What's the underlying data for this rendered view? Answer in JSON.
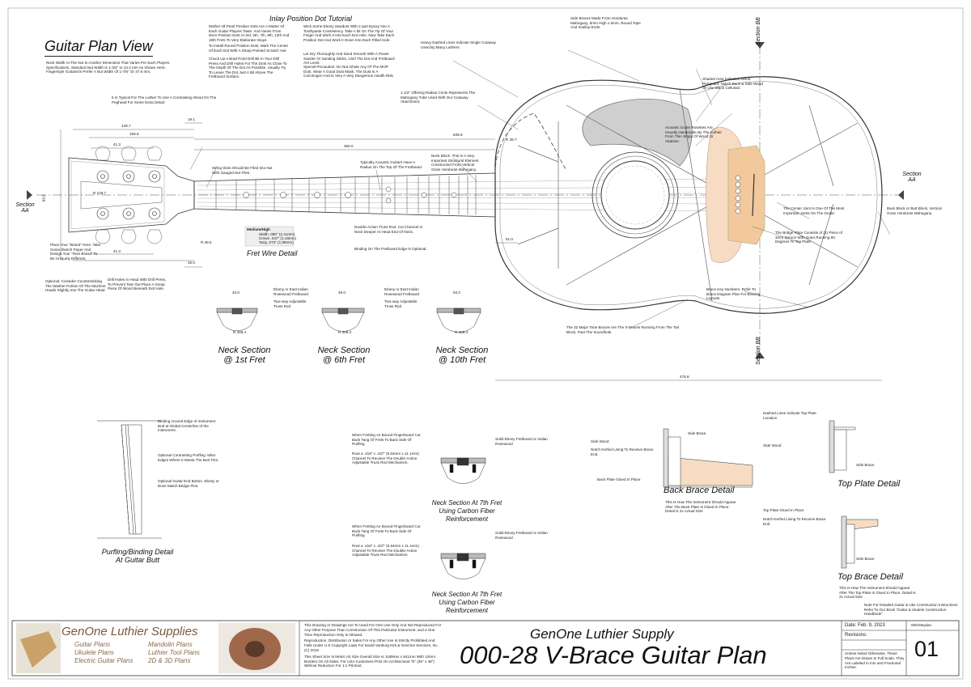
{
  "page_title": "Guitar Plan View",
  "inlay_tutorial_title": "Inlay Position Dot Tutorial",
  "inlay_notes": [
    "Mother Of Pearl Position Dots Are A Matter Of Each Guitar Players Taste. And Varies From 6mm Position Dots At 3rd, 5th, 7th, 9th, 12th And 15th Frets To Very Elaborate Inlays.",
    "To Install Round Position Dots, Mark The Center Of Each Dot With A Sharp-Pointed Scratch Awl.",
    "Chuck Up A Brad Point Drill Bit In Your Drill Press And Drill Holes For The Dots As Close To The Depth Of The Dot As Possible. Usually Try To Leave The Dot Just A Bit Above The Fretboard Surface.",
    "Wick Some Ebony Sawdust With 2 part Epoxy Into A Toothpaste Consistency. Take A bit On The Tip Of Your Finger And Work It Into Each Dot Hole. Now Take Each Position Dot And Work It Down Into Each Filled Hole.",
    "Let Dry Thoroughly And Sand Smooth With A Power Sander Or Sanding Sticks, Until The Dot And Fretboard Are Level.",
    "Special Precaution: Do Not Inhale Any Of The MOP Dust. Wear A Good Dust Mask. The Dust Is A Carcinogen And Is Very A Very Dangerous Health Risk."
  ],
  "section_labels": {
    "aa_left": "Section AA",
    "aa_right": "Section AA",
    "bb_top": "Section BB",
    "bb_bottom": "Section BB"
  },
  "dimensions": {
    "d1": "139.7",
    "d2": "158.8",
    "d3": "41.3",
    "d4": "19.1",
    "d5": "41.3",
    "d6": "350.0",
    "d7": "636.8",
    "d8": "476.8",
    "d9": "51.0",
    "d10": "R 28.7",
    "d11": "R 129.7",
    "d12": "R 28.5",
    "d13": "63.5",
    "d14": "45.0"
  },
  "neck_sections": [
    {
      "title": "Neck Section",
      "sub": "@ 1st Fret",
      "dim": "43.0",
      "radius": "R 406.4"
    },
    {
      "title": "Neck Section",
      "sub": "@ 6th Fret",
      "dim": "49.0",
      "radius": "R 406.4"
    },
    {
      "title": "Neck Section",
      "sub": "@ 10th Fret",
      "dim": "53.2",
      "radius": "R 406.4"
    }
  ],
  "fret_wire": {
    "title": "Fret Wire Detail",
    "heading": "Medium/High",
    "specs": [
      "Width .080\" (2.41mm)",
      "Crown .047\" (1.19mm)",
      "Tang .073\" (1.85mm)"
    ]
  },
  "carbon_sections": [
    {
      "title": "Neck Section At 7th Fret",
      "sub1": "Using Carbon Fiber",
      "sub2": "Reinforcement"
    },
    {
      "title": "Neck Section At 7th Fret",
      "sub1": "Using Carbon Fiber",
      "sub2": "Reinforcement"
    }
  ],
  "details": {
    "purfling": "Purfling/Binding Detail",
    "purfling_sub": "At Guitar Butt",
    "back_brace": "Back Brace Detail",
    "top_plate": "Top Plate Detail",
    "top_brace": "Top Brace Detail"
  },
  "notes": {
    "neck_width": "Neck Width At The Nut Is Another Dimension That Varies Per Each Players Specifications. Standard Nut Width Is 1-3/4\" or 44.4 mm As Shown Here. Fingerstyle Guitarist's Prefer A Nut Width Of 1-7/8\" Or 47.6 mm.",
    "shaded_area": "Shaded Area Indicates Wood Pickguard. Match Back & Side Wood Or Use Black Celluloid.",
    "rosette": "Acoustic Guitar Rosettes Are Usually Handmade By The Luthier From Thin Strips Of Wood Or Abalone.",
    "side_braces": "Side Braces Made From Honduras Mahogany, 6mm High x 5mm, Round Tops And Scallop Ends.",
    "neck_block": "Neck Block. This Is A Very Important Structural Element Constructed From Vertical Grain Honduras Mahogany.",
    "dashed_lines": "Heavy Dashed Lines Indicate Single Cutaway Used By Many Luthiers.",
    "radius_note": "1-1/2\" Offering Radius Circle Represents The Mahogany Tube Used With Our Cutaway Attachment.",
    "fixed_lines": "It Is Typical For The Luthier To Use A Contrasting Wood On The Peghead For Some Extra Detail.",
    "double_action": "Double-Action Truss Rod. Cut Channel In Neck Deeper At Head End Of Neck.",
    "string_slots": "String Slots Should Be Filed Into Nut With Gauged Nut Files.",
    "brace_key": "Brace Key Numbers. Refer To Brace Diagram Plan For Bracing Layouts.",
    "x_braces": "The 22 Major Tone Braces Are The X-Braces Running From The Tail Block, Past The Soundhole.",
    "back_block": "Back Block or Butt Block. Vertical Grain Honduras Mahogany.",
    "center_joint": "The Center Joint Is One Of The Most Important Joints On The Guitar.",
    "bridge_plate": "The Bridge Plate Consists of (1) Piece of 3mm Spruce With Grain Running 90 Degrees To Top Plate.",
    "place_brand": "Place Your \"Brand\" Here. Take Some Sketch Paper And Design Your \"Own Brand\" To Be Uniquely Different.",
    "countersink": "Optional: Consider Countersinking The Washer Portion Of The Machine Heads Slightly Into The Guitar Head.",
    "drill_holes": "Drill Holes In Head With Drill Press, To Prevent Tear Out Place A Scrap Piece Of Wood Beneath Exit Hole.",
    "fretboard_radius": "Typically Acoustic Guitars Have A Radius On The Top Of The Fretboard.",
    "binding": "Binding On The Fretboard Edge Is Optional.",
    "ebony1": "Ebony or East Indian Rosewood Fretboard",
    "ebony2": "Ebony or East Indian Rosewood Fretboard",
    "two_way": "Two-way Adjustable Truss Rod",
    "sd_note": "Note For Detailed Guitar & Uke Construction Instructions Refer To Our Book \"Guitar & Ukulele Construction Handbook\"",
    "back_brace_note": "This Is How The Instrument Should Appear After The Back Plate Is Glued In Place. Detail Is 2x Actual Size",
    "top_brace_note": "This Is How The Instrument Should Appear After The Top Plate Is Glued In Place. Detail Is 2x Actual Size",
    "side_brace": "Side Brace",
    "side_wood": "Side Wood",
    "kerfed": "Notch Kerfed Lining To Receive Brace End.",
    "back_glued": "Back Plate Glued In Place",
    "top_glued": "Top Plate Glued In Place",
    "dashed_top": "Dashed Lines Indicate Top Plate Location",
    "binding_edge": "Binding Around Edge of Instrument Butt at Global Centerline of the Instrument.",
    "optional_purfling": "Optional Contrasting Purfling. Miter Edges Where It Meets The Butt Trim.",
    "optional_butt": "Optional Guitar End Button. Ebony or Bone Match Bridge Pins.",
    "when_fretting": "When Fretting An Bound Fingerboard Cut Back Tang Of Frets To Back Side Of Purfling",
    "solid_ebony": "Solid Ebony Fretboard or Indian Rosewood",
    "rout": "Rout a .218\" x .437\" (5.54mm x 11.1mm) Channel To Receive The Double-Action Adjustable Truss Rod Mechanism."
  },
  "title_block": {
    "company_logo": "GenOne Luthier Supplies",
    "links": [
      "Guitar Plans",
      "Ukulele Plans",
      "Electric Guitar Plans",
      "Mandolin Plans",
      "Luthier Tool Plans",
      "2D & 3D Plans"
    ],
    "legal": [
      "This Drawing or Drawings Are To Used For One Use Only And Not Reproduced For Any Other Purpose Than Construction Of This Particular Instrument, and a One Time Reproduction Only is Allowed.",
      "Reproduction, Distribution or Sales For Any Other Use Is Strictly Prohibited And Falls Under U.S Copyright Laws For David Vanburg Kirk & GenOne Services, Inc. (C) 2019",
      "This Sheet Size Is Metric A0 Size Overall Size Is 1189mm x 841mm With 10mm Borders On All Sides. For USA Customers Print On Architectural \"E\" (36\" x 48\") Without Reduction For 1:1 Printout."
    ],
    "company": "GenOne Luthier Supply",
    "plan_title": "000-28 V-Brace Guitar Plan",
    "date": "Date: Feb. 9, 2023",
    "drawing_code": "000/28vplan",
    "revisions": "Revisions:",
    "units_note": "Unless Noted Otherwise, These Plans Are Drawn to Full Scale. They Are Labeled in mm and Fractional Inches.",
    "sheet": "01"
  }
}
